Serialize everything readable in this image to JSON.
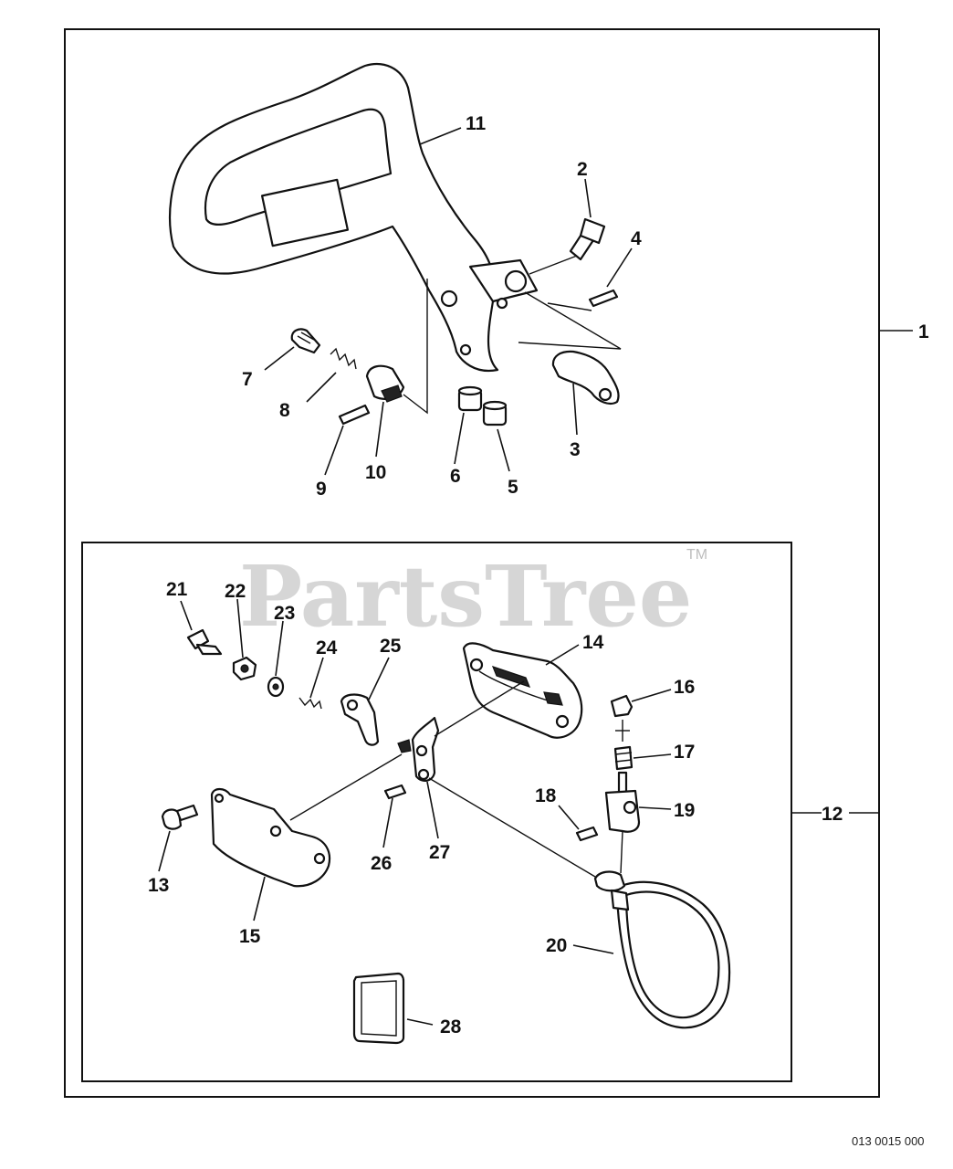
{
  "watermark": {
    "text": "PartsTree",
    "tm": "TM"
  },
  "drawing_number": "013 0015 000",
  "callouts": {
    "c1": "1",
    "c2": "2",
    "c3": "3",
    "c4": "4",
    "c5": "5",
    "c6": "6",
    "c7": "7",
    "c8": "8",
    "c9": "9",
    "c10": "10",
    "c11": "11",
    "c12": "12",
    "c13": "13",
    "c14": "14",
    "c15": "15",
    "c16": "16",
    "c17": "17",
    "c18": "18",
    "c19": "19",
    "c20": "20",
    "c21": "21",
    "c22": "22",
    "c23": "23",
    "c24": "24",
    "c25": "25",
    "c26": "26",
    "c27": "27",
    "c28": "28"
  }
}
